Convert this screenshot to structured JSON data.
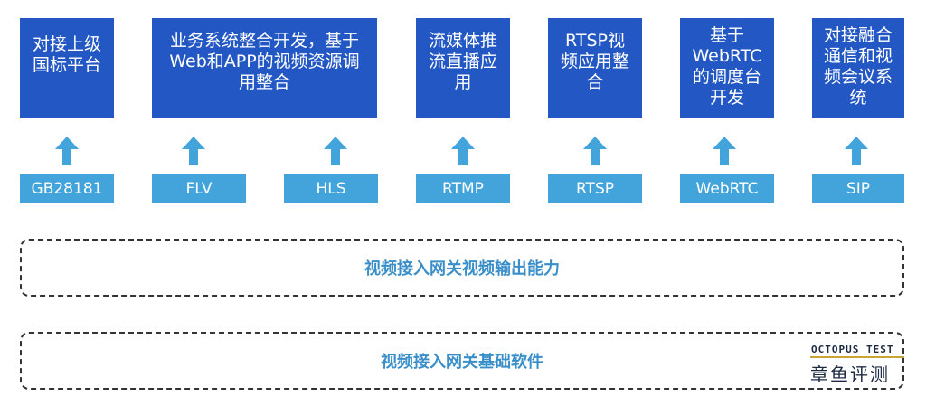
{
  "top_boxes": [
    "对接上级\n国标平台",
    "业务系统整合开发，基于\nWeb和APP的视频资源调\n用整合",
    "流媒体推\n流直播应\n用",
    "RTSP视\n频应用整\n合",
    "基于\nWebRTC\n的调度台\n开发",
    "对接融合\n通信和视\n频会议系\n统"
  ],
  "protocols": [
    "GB28181",
    "FLV",
    "HLS",
    "RTMP",
    "RTSP",
    "WebRTC",
    "SIP"
  ],
  "bands": {
    "output": "视频接入网关视频输出能力",
    "base": "视频接入网关基础软件"
  },
  "watermark": {
    "en": "OCTOPUS TEST",
    "cn": "章鱼评测"
  },
  "colors": {
    "top_box": "#2358c4",
    "protocol": "#42a4da",
    "arrow": "#42a4da",
    "band_text": "#3a8fc9"
  }
}
